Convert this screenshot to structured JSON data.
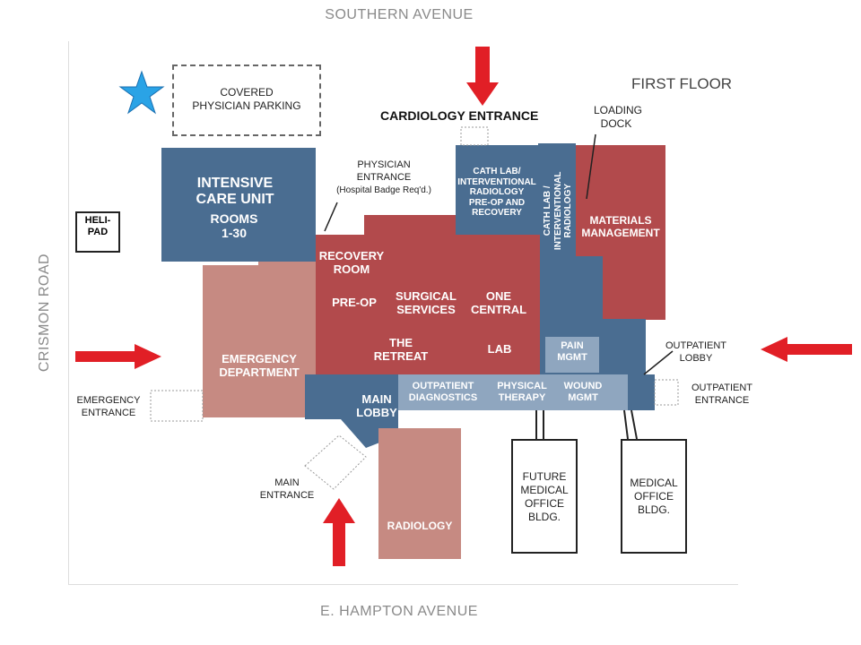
{
  "roads": {
    "north": "SOUTHERN AVENUE",
    "south": "E. HAMPTON AVENUE",
    "west": "CRISMON ROAD"
  },
  "floor": "FIRST FLOOR",
  "colors": {
    "blue": "#4a6d91",
    "blue_light": "#8fa6bf",
    "red": "#b24a4c",
    "red_light": "#c68a82",
    "arrow": "#e11f26",
    "star": "#2aa3e6"
  },
  "labels": {
    "parking": "COVERED\nPHYSICIAN PARKING",
    "cardiology_entrance": "CARDIOLOGY ENTRANCE",
    "loading_dock": "LOADING\nDOCK",
    "physician_entrance": "PHYSICIAN\nENTRANCE",
    "badge_note": "(Hospital Badge Req'd.)",
    "helipad": "HELI-\nPAD",
    "outpatient_lobby": "OUTPATIENT\nLOBBY",
    "outpatient_entrance": "OUTPATIENT\nENTRANCE",
    "emergency_entrance": "EMERGENCY\nENTRANCE",
    "main_entrance": "MAIN\nENTRANCE",
    "future_bldg": "FUTURE\nMEDICAL\nOFFICE\nBLDG.",
    "medical_bldg": "MEDICAL\nOFFICE\nBLDG."
  },
  "departments": {
    "icu_title": "INTENSIVE\nCARE UNIT",
    "icu_rooms": "ROOMS\n1-30",
    "cath_lab": "CATH LAB/\nINTERVENTIONAL\nRADIOLOGY\nPRE-OP AND\nRECOVERY",
    "cath_lab_vertical": "CATH LAB /\nINTERVENTIONAL RADIOLOGY",
    "materials": "MATERIALS\nMANAGEMENT",
    "recovery": "RECOVERY\nROOM",
    "preop": "PRE-OP",
    "surgical": "SURGICAL\nSERVICES",
    "one_central": "ONE\nCENTRAL",
    "retreat": "THE\nRETREAT",
    "lab": "LAB",
    "pain": "PAIN\nMGMT",
    "emergency": "EMERGENCY\nDEPARTMENT",
    "main_lobby": "MAIN\nLOBBY",
    "outpatient_diag": "OUTPATIENT\nDIAGNOSTICS",
    "physical_therapy": "PHYSICAL\nTHERAPY",
    "wound": "WOUND\nMGMT",
    "radiology": "RADIOLOGY"
  }
}
